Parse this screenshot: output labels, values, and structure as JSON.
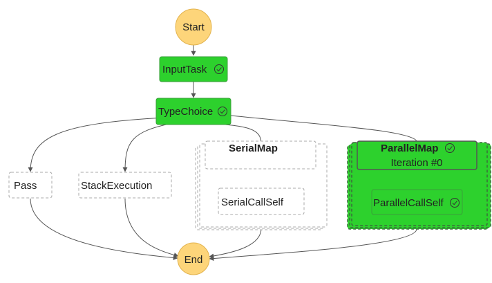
{
  "colors": {
    "success": "#2dd12d",
    "success_border": "#3a9d3a",
    "terminal": "#fdd57a",
    "terminal_border": "#e2b24d",
    "edge": "#555555",
    "pending_border": "#aaaaaa"
  },
  "nodes": {
    "start": {
      "label": "Start"
    },
    "end": {
      "label": "End"
    },
    "input_task": {
      "label": "InputTask",
      "status_icon": "check-circle-icon"
    },
    "type_choice": {
      "label": "TypeChoice",
      "status_icon": "check-circle-icon"
    },
    "pass": {
      "label": "Pass"
    },
    "stack_execution": {
      "label": "StackExecution"
    },
    "serial_map": {
      "label": "SerialMap"
    },
    "serial_call_self": {
      "label": "SerialCallSelf"
    },
    "parallel_map": {
      "label": "ParallelMap",
      "iteration": "Iteration #0",
      "status_icon": "check-circle-icon"
    },
    "parallel_call_self": {
      "label": "ParallelCallSelf",
      "status_icon": "check-circle-icon"
    }
  }
}
